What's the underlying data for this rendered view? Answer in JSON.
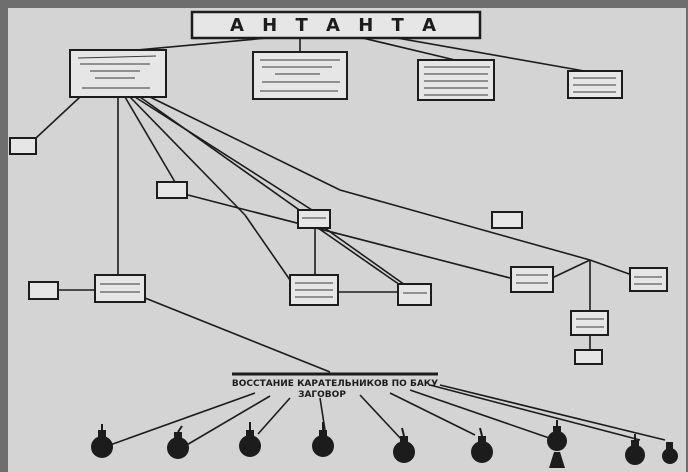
{
  "diagram": {
    "title": "А Н Т А Н Т А",
    "caption_line1": "ВОССТАНИЕ КАРАТЕЛЬНИКОВ ПО БАКУ",
    "caption_line2": "ЗАГОВОР",
    "colors": {
      "background": "#d4d4d4",
      "border": "#6e6e6e",
      "ink": "#1c1c1c",
      "box_fill": "#e6e6e6"
    }
  }
}
